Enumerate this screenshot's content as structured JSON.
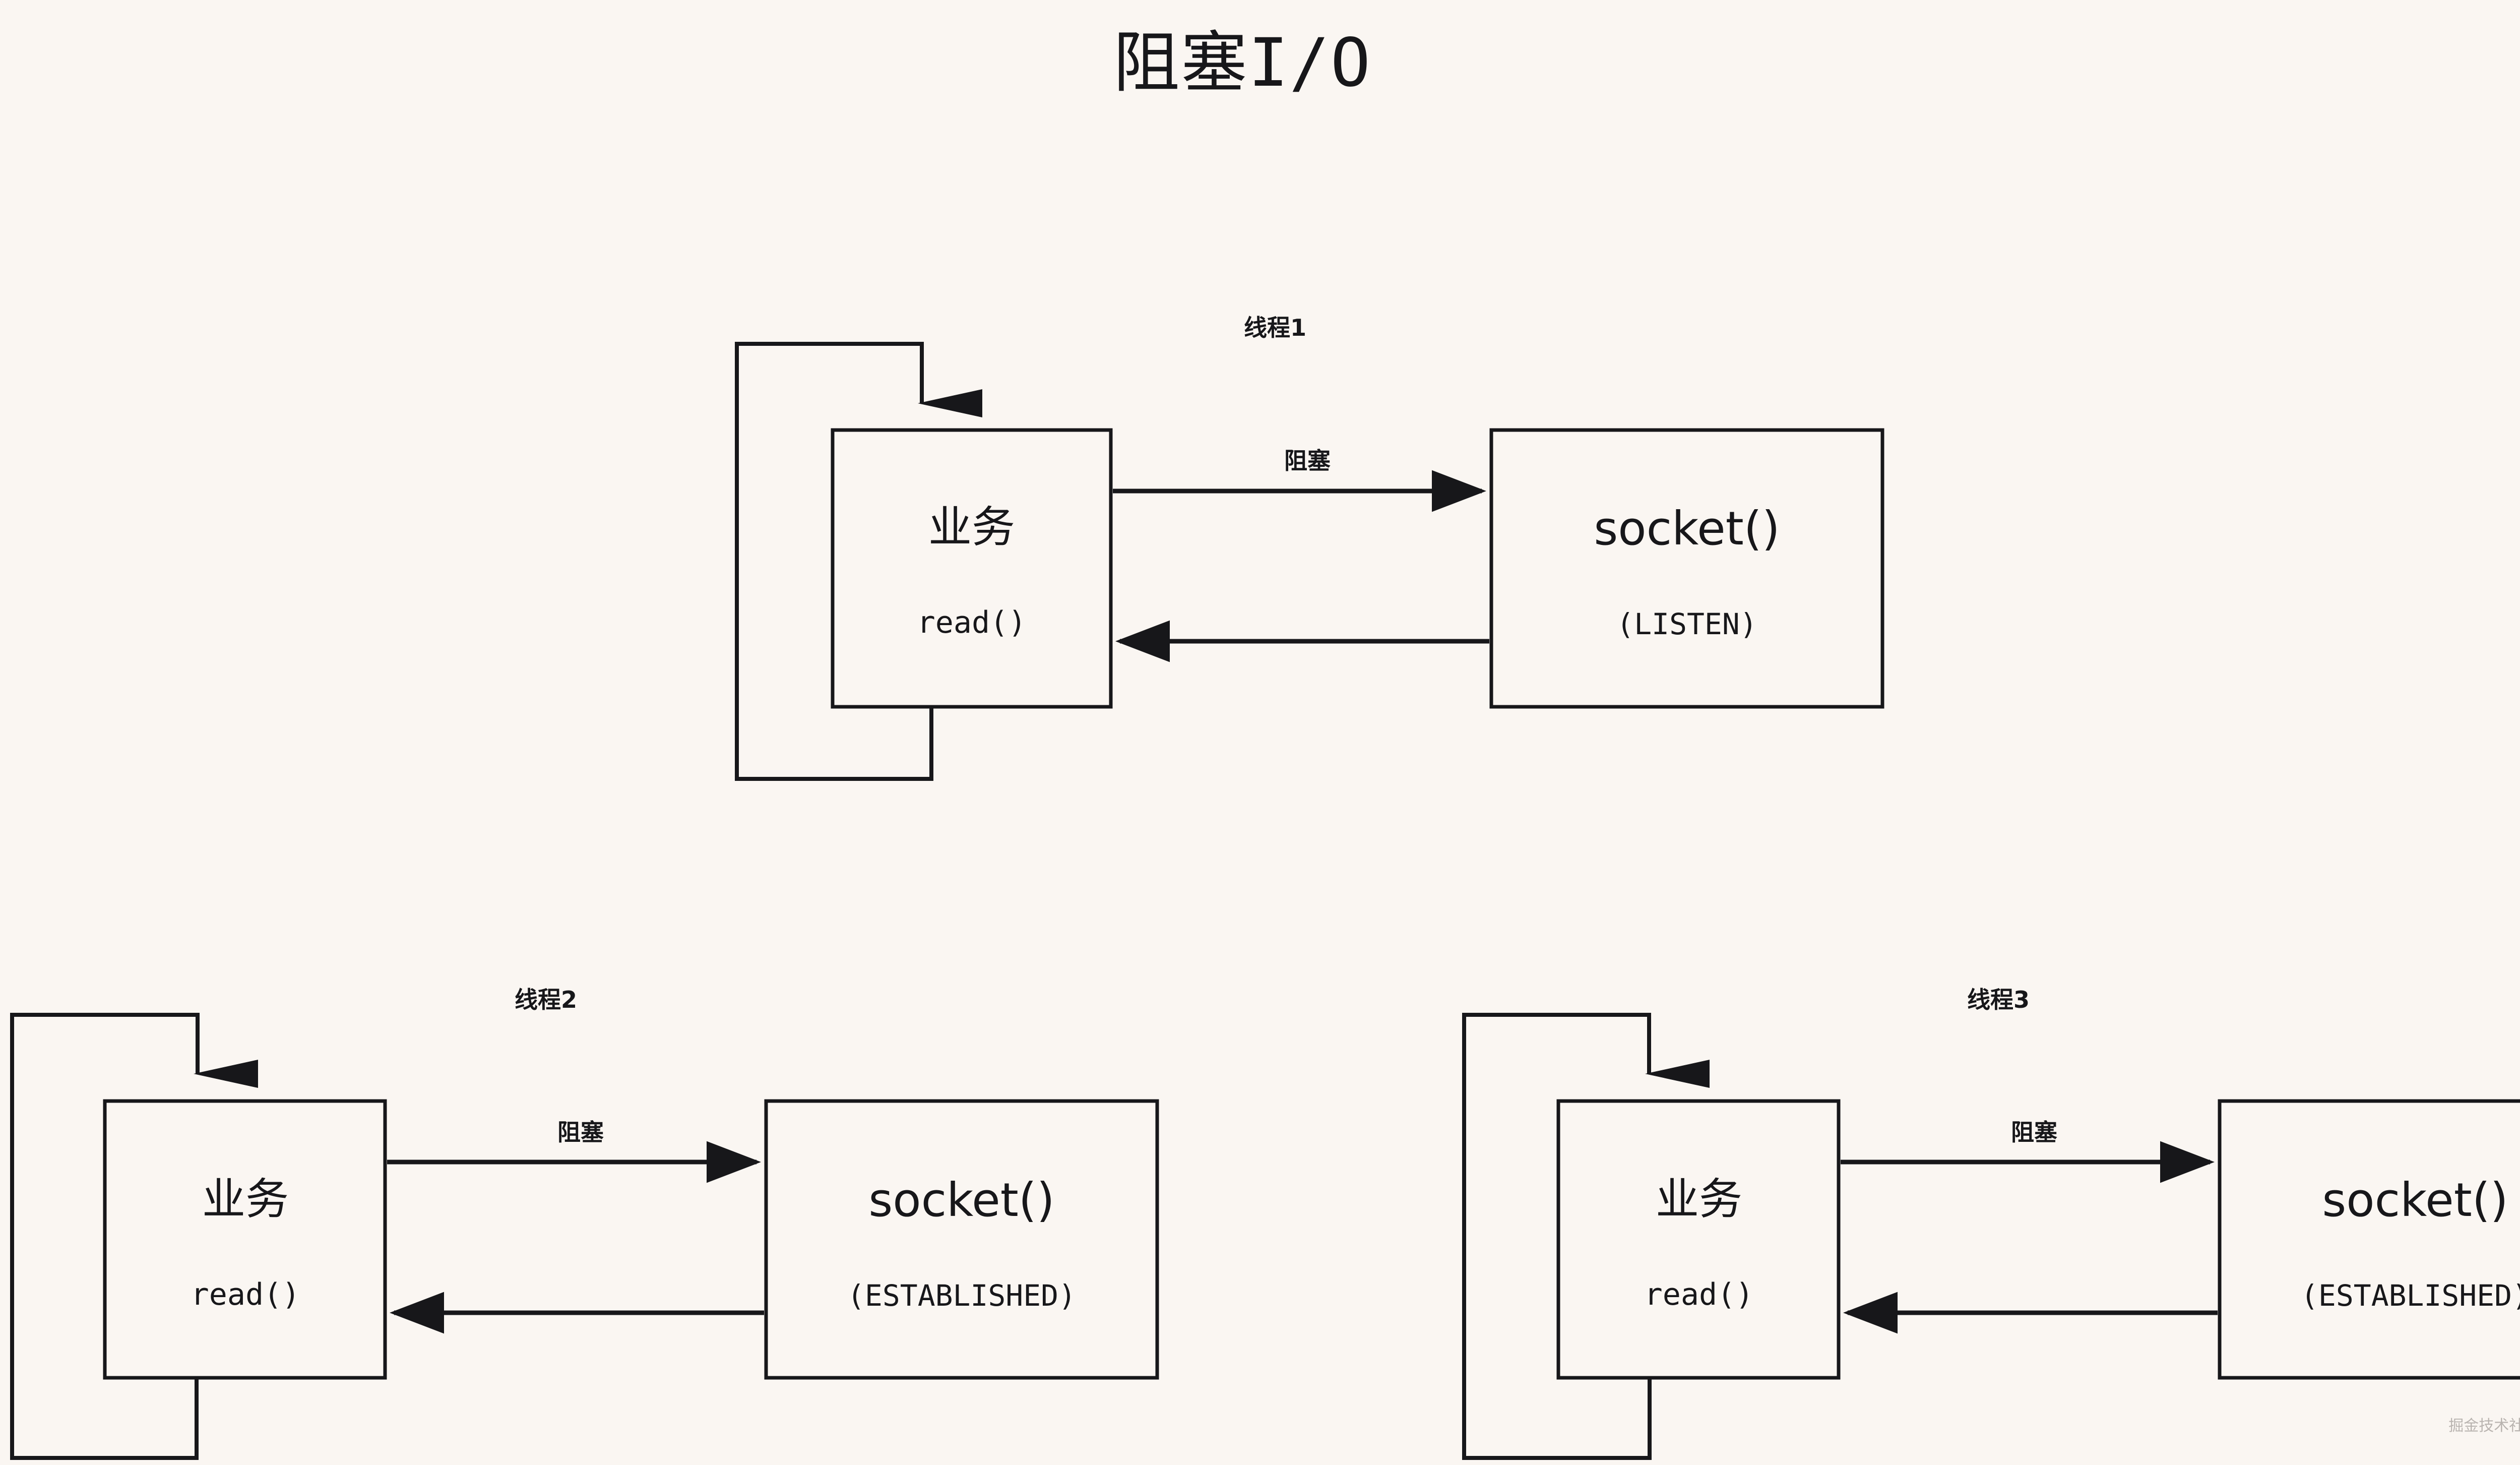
{
  "page": {
    "title": "阻塞I/O",
    "background_color": "#faf6f2",
    "stroke_color": "#17171a",
    "watermark": "掘金技术社区 @ uccs"
  },
  "diagrams": [
    {
      "id": "thread-1",
      "thread_label": "线程1",
      "app_box": {
        "primary": "业务",
        "secondary": "read()"
      },
      "socket_box": {
        "primary": "socket()",
        "secondary": "(LISTEN)"
      },
      "arrow_label": "阻塞",
      "loop_back": true
    },
    {
      "id": "thread-2",
      "thread_label": "线程2",
      "app_box": {
        "primary": "业务",
        "secondary": "read()"
      },
      "socket_box": {
        "primary": "socket()",
        "secondary": "(ESTABLISHED)"
      },
      "arrow_label": "阻塞",
      "loop_back": true
    },
    {
      "id": "thread-3",
      "thread_label": "线程3",
      "app_box": {
        "primary": "业务",
        "secondary": "read()"
      },
      "socket_box": {
        "primary": "socket()",
        "secondary": "(ESTABLISHED)"
      },
      "arrow_label": "阻塞",
      "loop_back": true
    }
  ]
}
